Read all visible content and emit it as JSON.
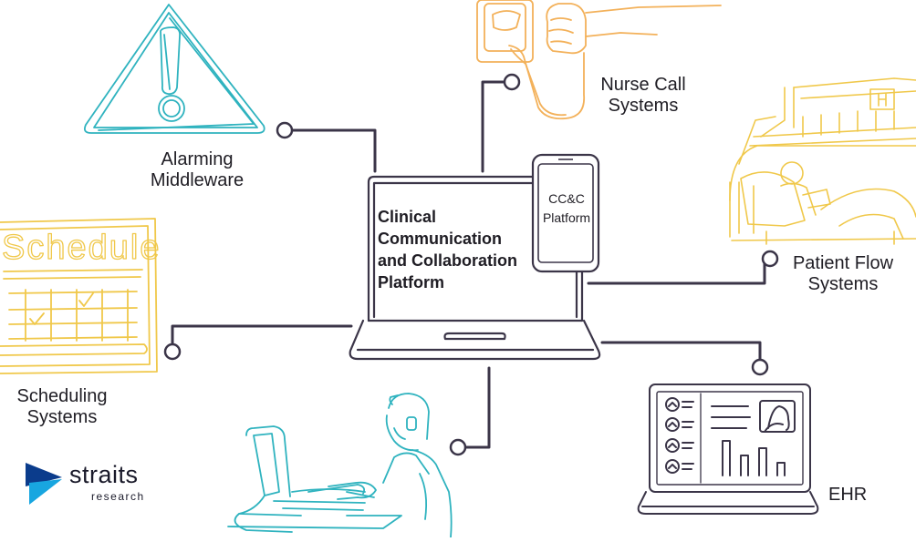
{
  "colors": {
    "connector": "#3b3548",
    "teal": "#2fb3bf",
    "yellow": "#f0c84a",
    "orange": "#f3b15a",
    "brand_blue": "#0b3c8c",
    "brand_cyan": "#18a6e0"
  },
  "center": {
    "title_lines": [
      "Clinical",
      "Communication",
      "and Collaboration",
      "Platform"
    ],
    "phone_label": [
      "CC&C",
      "Platform"
    ]
  },
  "nodes": {
    "alarming": {
      "lines": [
        "Alarming",
        "Middleware"
      ],
      "icon": "warning-triangle-icon"
    },
    "nurse_call": {
      "lines": [
        "Nurse Call",
        "Systems"
      ],
      "icon": "nurse-call-button-icon"
    },
    "patient_flow": {
      "lines": [
        "Patient Flow",
        "Systems"
      ],
      "icon": "hospital-ambulance-icon"
    },
    "scheduling": {
      "lines": [
        "Scheduling",
        "Systems"
      ],
      "icon": "schedule-sheet-icon",
      "sheet_text": "Schedule"
    },
    "ehr": {
      "lines": [
        "EHR"
      ],
      "icon": "ehr-laptop-icon"
    },
    "agent": {
      "icon": "call-center-agent-icon"
    }
  },
  "brand": {
    "name": "straits",
    "sub": "research"
  }
}
